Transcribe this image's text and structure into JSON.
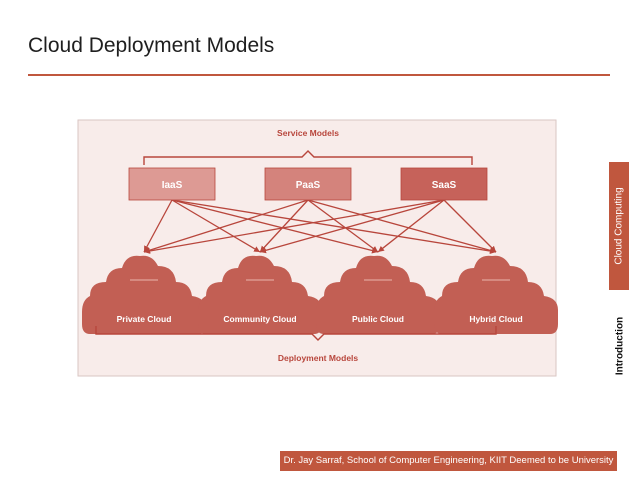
{
  "slide": {
    "title": "Cloud Deployment Models",
    "side_tab": "Cloud Computing",
    "side_label": "Introduction",
    "footer": "Dr. Jay Sarraf, School of Computer Engineering, KIIT Deemed to be University"
  },
  "diagram": {
    "top_label": "Service Models",
    "bottom_label": "Deployment Models",
    "services": [
      {
        "label": "IaaS",
        "color": "#dd9a94"
      },
      {
        "label": "PaaS",
        "color": "#d4837c"
      },
      {
        "label": "SaaS",
        "color": "#c6625a"
      }
    ],
    "deployments": [
      {
        "label": "Private Cloud"
      },
      {
        "label": "Community Cloud"
      },
      {
        "label": "Public Cloud"
      },
      {
        "label": "Hybrid Cloud"
      }
    ],
    "connections": [
      [
        0,
        0
      ],
      [
        0,
        1
      ],
      [
        0,
        2
      ],
      [
        0,
        3
      ],
      [
        1,
        0
      ],
      [
        1,
        1
      ],
      [
        1,
        2
      ],
      [
        1,
        3
      ],
      [
        2,
        0
      ],
      [
        2,
        1
      ],
      [
        2,
        2
      ],
      [
        2,
        3
      ]
    ],
    "colors": {
      "panel_bg": "#f8ecea",
      "cloud": "#c25f54",
      "arrow": "#b8463c",
      "accent": "#c0573e"
    }
  }
}
